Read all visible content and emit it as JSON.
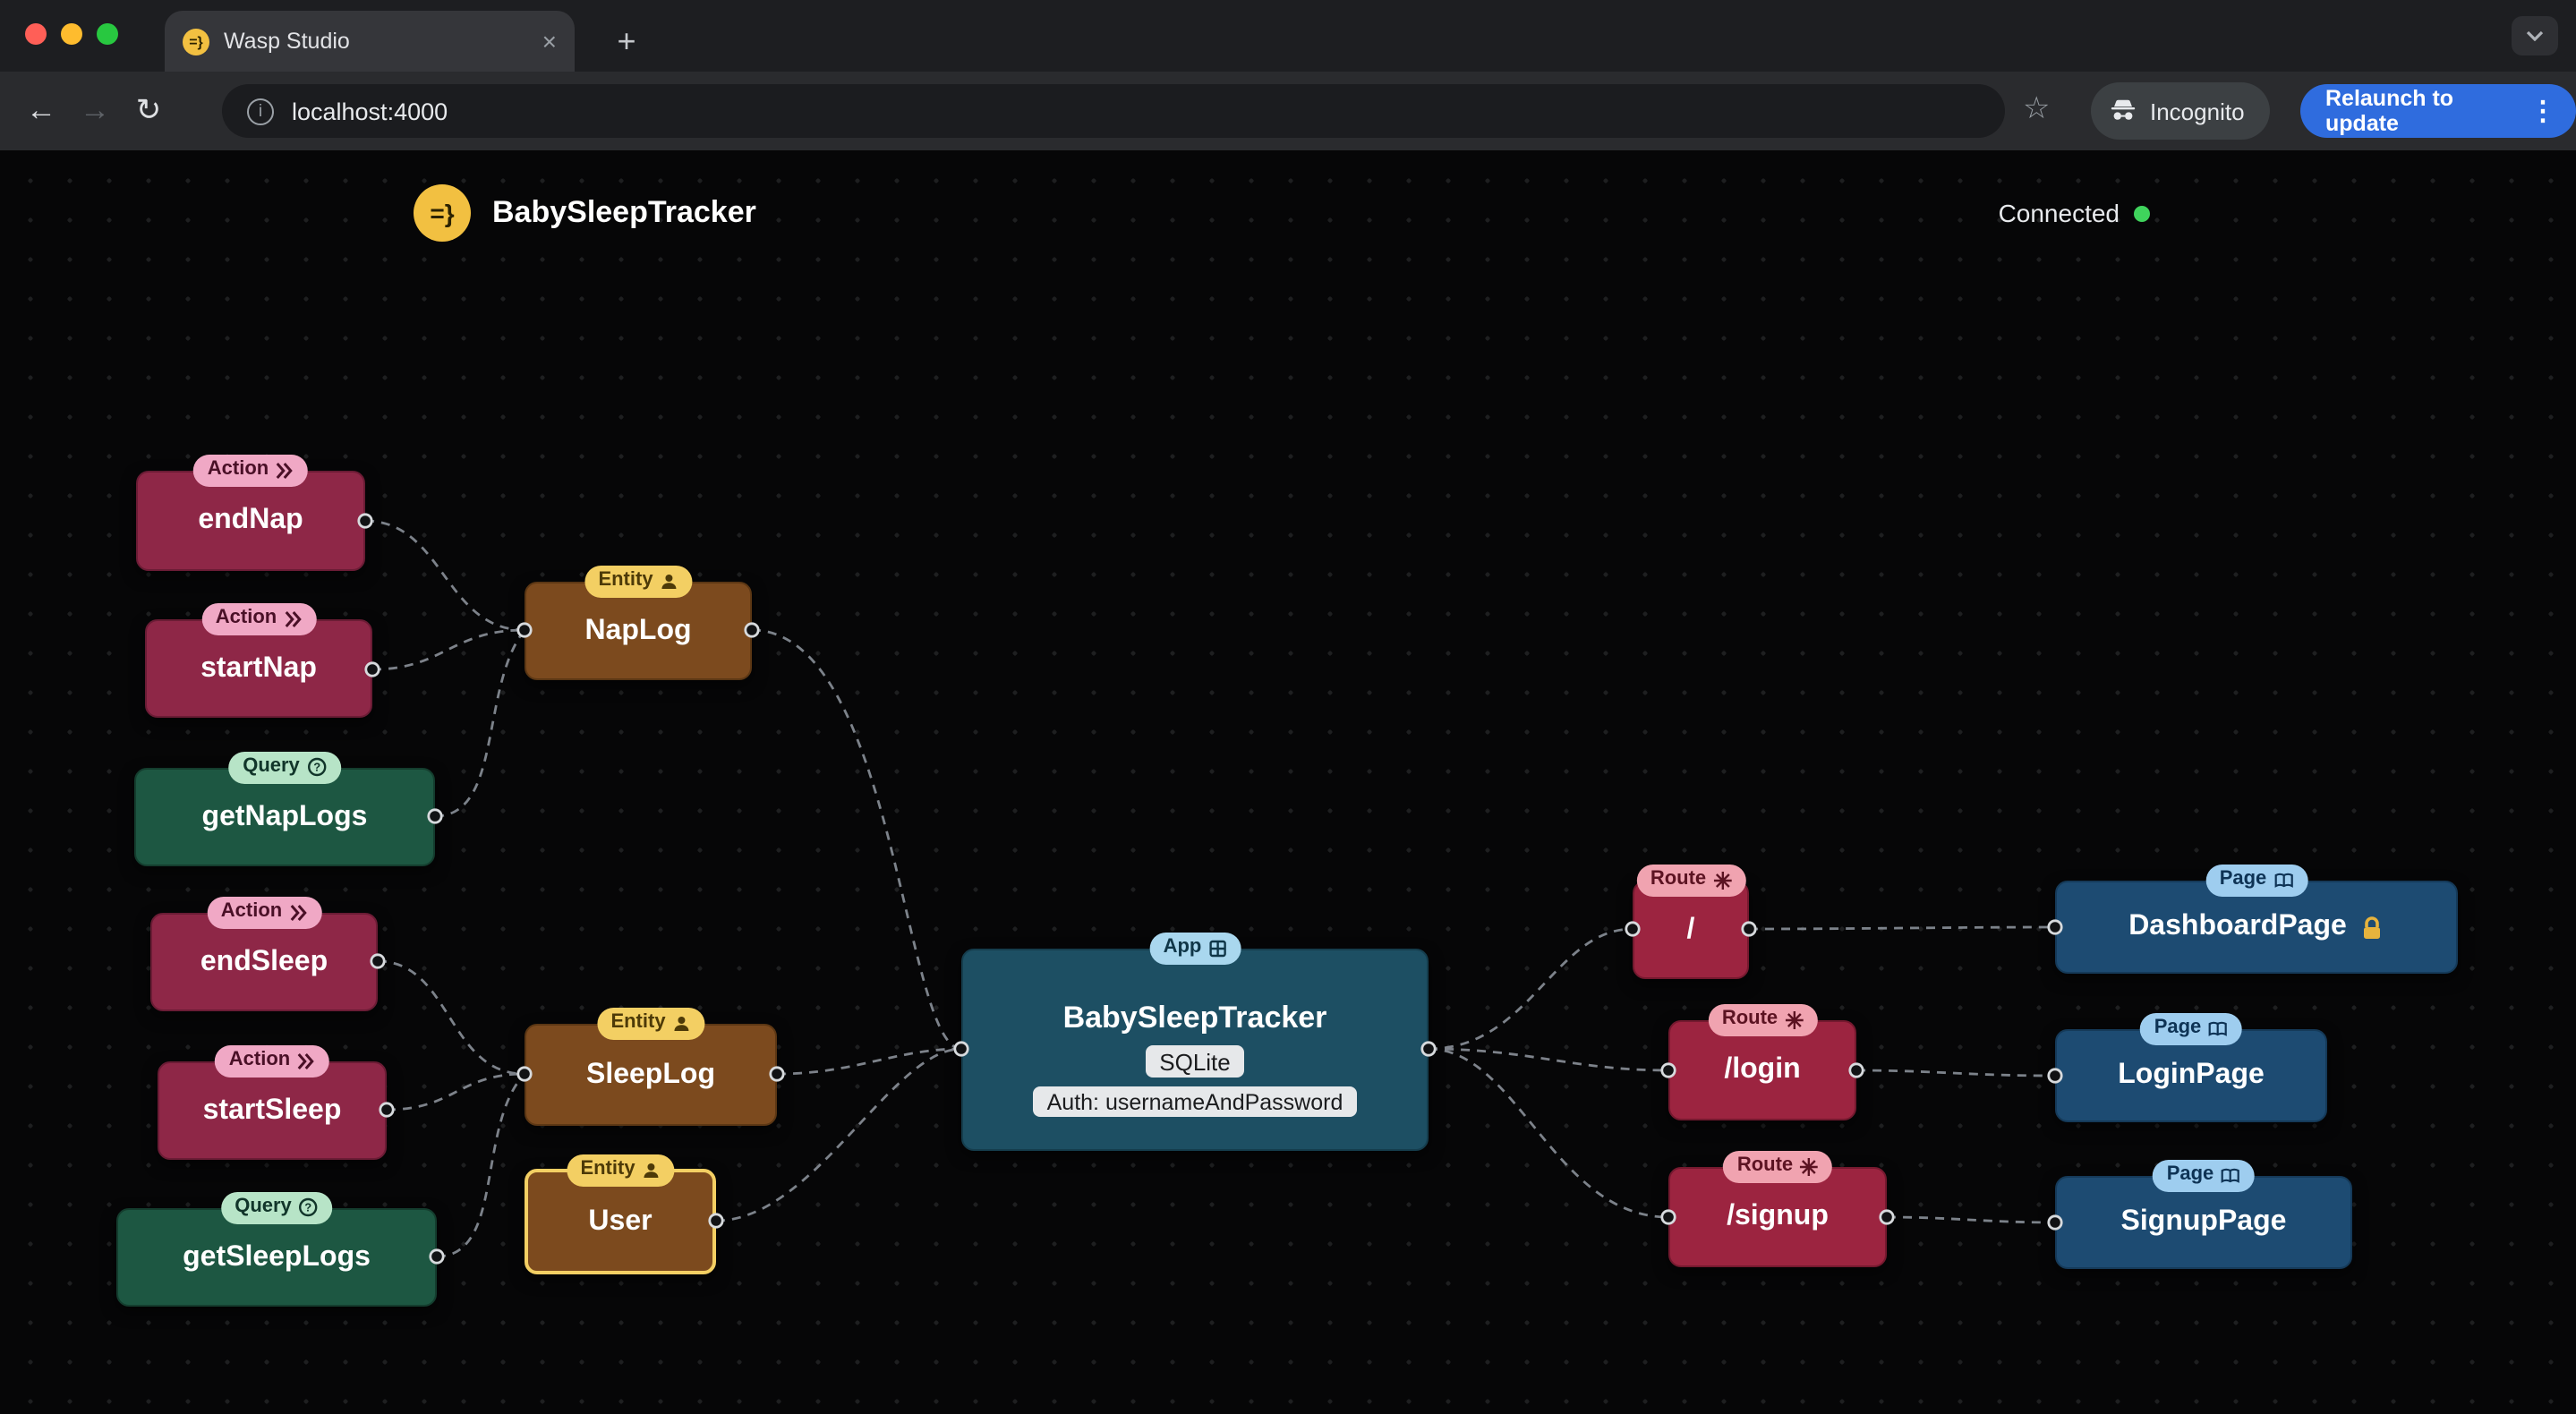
{
  "browser": {
    "tab_title": "Wasp Studio",
    "url": "localhost:4000",
    "incognito_label": "Incognito",
    "relaunch_label": "Relaunch to update"
  },
  "page": {
    "logo_glyph": "=}",
    "brand": "BabySleepTracker",
    "status": "Connected"
  },
  "graph": {
    "nodes": [
      {
        "type": "action",
        "badge": "Action",
        "label": "endNap"
      },
      {
        "type": "action",
        "badge": "Action",
        "label": "startNap"
      },
      {
        "type": "query",
        "badge": "Query",
        "label": "getNapLogs"
      },
      {
        "type": "action",
        "badge": "Action",
        "label": "endSleep"
      },
      {
        "type": "action",
        "badge": "Action",
        "label": "startSleep"
      },
      {
        "type": "query",
        "badge": "Query",
        "label": "getSleepLogs"
      },
      {
        "type": "entity",
        "badge": "Entity",
        "label": "NapLog"
      },
      {
        "type": "entity",
        "badge": "Entity",
        "label": "SleepLog"
      },
      {
        "type": "entity",
        "badge": "Entity",
        "label": "User"
      },
      {
        "type": "route",
        "badge": "Route",
        "label": "/"
      },
      {
        "type": "route",
        "badge": "Route",
        "label": "/login"
      },
      {
        "type": "route",
        "badge": "Route",
        "label": "/signup"
      },
      {
        "type": "page",
        "badge": "Page",
        "label": "DashboardPage"
      },
      {
        "type": "page",
        "badge": "Page",
        "label": "LoginPage"
      },
      {
        "type": "page",
        "badge": "Page",
        "label": "SignupPage"
      }
    ],
    "app": {
      "badge": "App",
      "title": "BabySleepTracker",
      "db": "SQLite",
      "auth": "Auth: usernameAndPassword"
    }
  },
  "colors": {
    "action_node": "#8e2747",
    "action_badge": "#f0a8c5",
    "query_node": "#1d5742",
    "query_badge": "#b7e4c7",
    "entity_node": "#7c4a1e",
    "entity_badge": "#f3cf63",
    "app_node": "#1d4f63",
    "app_badge": "#a9d7ee",
    "route_node": "#9c2440",
    "route_badge": "#f0a3b0",
    "page_node": "#1d4b72",
    "page_badge": "#9ecdef",
    "connected_dot": "#3fd35c",
    "relaunch_button": "#2f6cde",
    "logo_yellow": "#f2c041"
  }
}
